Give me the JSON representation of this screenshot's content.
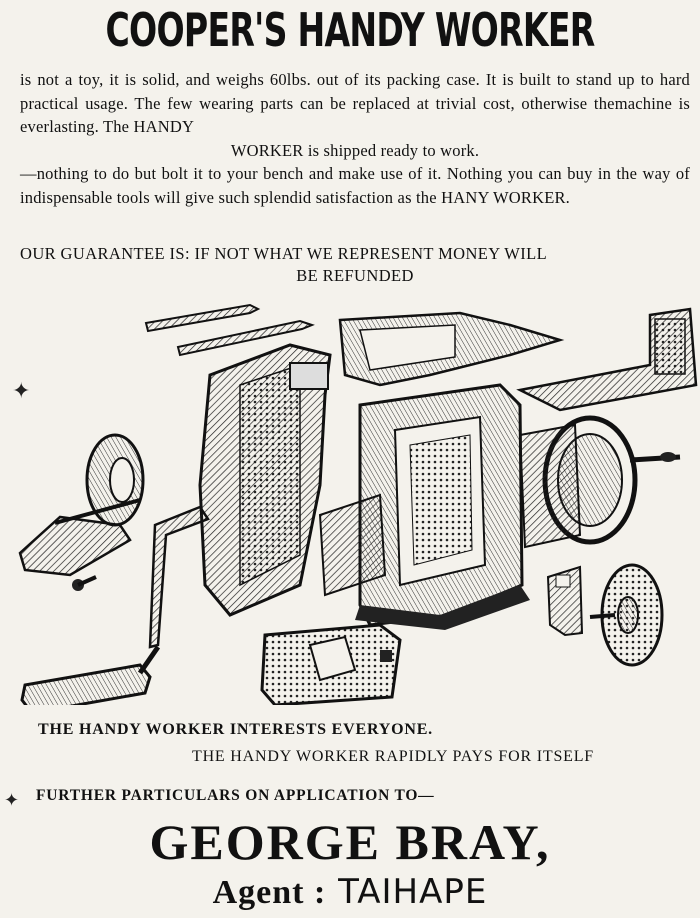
{
  "headline": "COOPER'S HANDY WORKER",
  "body": {
    "line1": "is not a toy, it is solid, and weighs 60lbs. out of its packing case. It is built to stand up to hard practical usage. The few wearing parts can be replaced at trivial cost, otherwise themachine is everlasting. The HANDY",
    "line2": "WORKER is shipped ready to work.",
    "line3": "—nothing to do but bolt it to your bench and make use of it. Nothing you can buy in the way of indispensable tools will give such splendid satisfaction as the HANY WORKER."
  },
  "guarantee": {
    "line1": "OUR GUARANTEE IS: IF NOT WHAT WE REPRESENT MONEY WILL",
    "line2": "BE REFUNDED"
  },
  "captions": {
    "interests": "THE HANDY WORKER INTERESTS EVERYONE.",
    "pays": "THE HANDY WORKER RAPIDLY PAYS FOR ITSELF"
  },
  "particulars": "FURTHER PARTICULARS ON APPLICATION TO—",
  "agent": {
    "name": "GEORGE BRAY,",
    "label": "Agent :",
    "town": "TAIHAPE"
  }
}
